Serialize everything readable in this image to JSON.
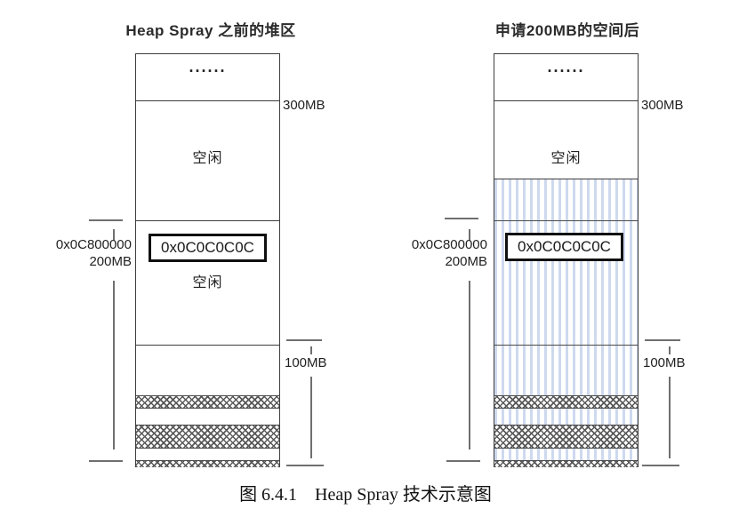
{
  "figure": {
    "caption": "图 6.4.1　Heap Spray 技术示意图"
  },
  "labels": {
    "address_marker": "0x0C800000",
    "size_200": "200MB",
    "size_300": "300MB",
    "size_100": "100MB"
  },
  "diagrams": [
    {
      "title": "Heap Spray 之前的堆区",
      "dots": "......",
      "free_top": "空闲",
      "free_bottom": "空闲",
      "shellcode_address": "0x0C0C0C0C"
    },
    {
      "title": "申请200MB的空间后",
      "dots": "......",
      "free_top": "空闲",
      "shellcode_address": "0x0C0C0C0C"
    }
  ],
  "colors": {
    "box_border": "#3d3d3d",
    "spray_stripe": "#cdd9ee",
    "hatch": "#595959",
    "marker_line": "#6f6f6f"
  }
}
